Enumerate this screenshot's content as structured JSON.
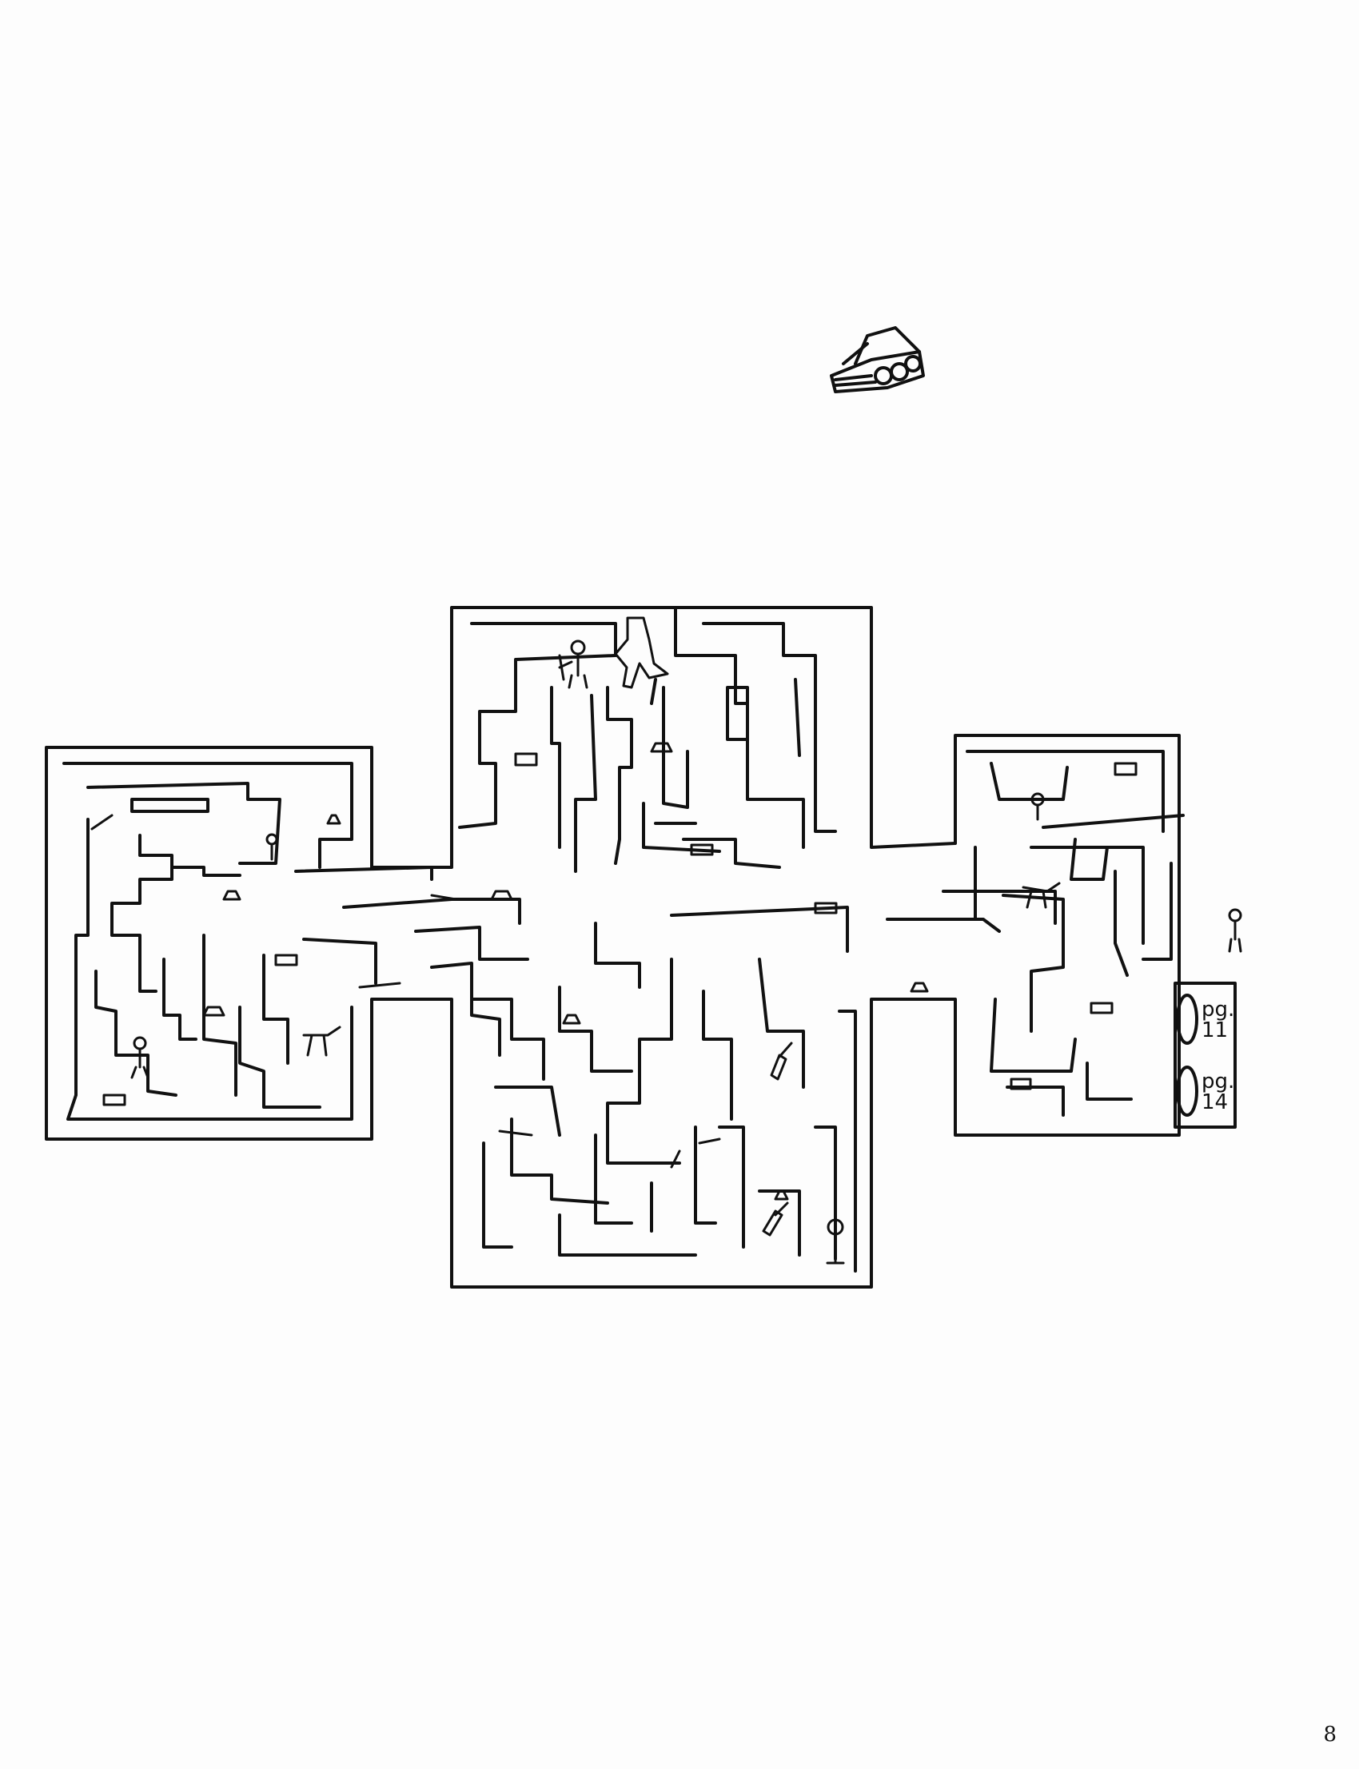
{
  "page": {
    "number": "8",
    "background": "#fdfdfd",
    "ink_color": "#111111"
  },
  "decoration": {
    "top_icon": "tank-icon"
  },
  "maze": {
    "exits": [
      {
        "label": "pg.",
        "page": "11",
        "icon": "door-icon"
      },
      {
        "label": "pg.",
        "page": "14",
        "icon": "door-icon"
      }
    ],
    "items": [
      "soldier-icon",
      "prisoner-icon",
      "tank-icon",
      "jeep-icon",
      "dog-icon",
      "helmet-icon",
      "rifle-icon",
      "dynamite-icon",
      "grenade-icon",
      "bazooka-icon",
      "cannon-icon"
    ]
  }
}
